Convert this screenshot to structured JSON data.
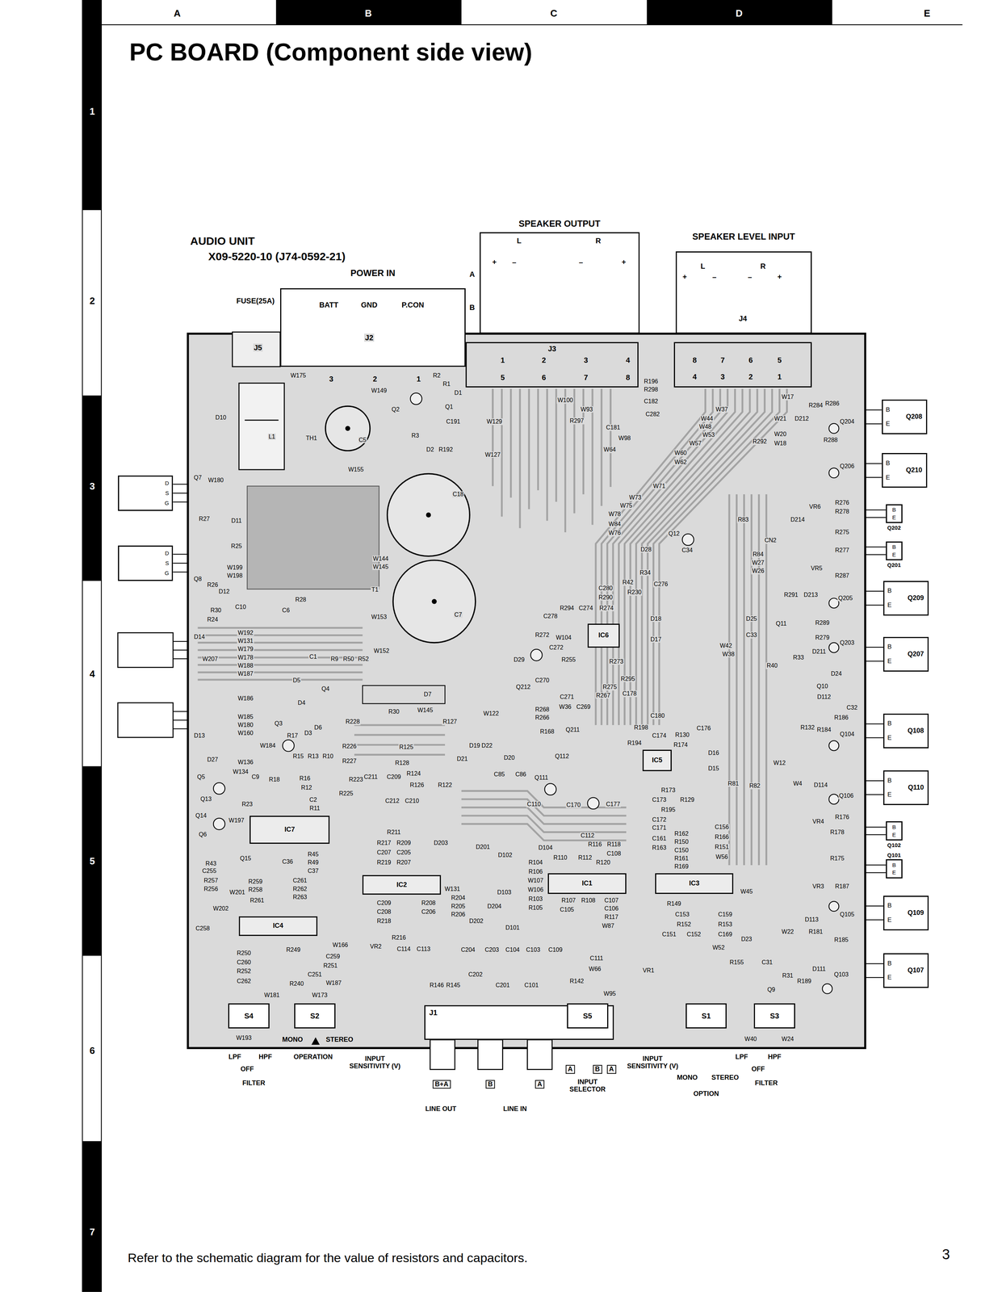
{
  "diagram": {
    "title": "PC BOARD (Component side view)",
    "caption": "Refer to the schematic diagram for the value of resistors and capacitors.",
    "nodes": [
      {
        "text": [
          "SPEAKER OUTPUT"
        ]
      },
      {
        "text": [
          "SPEAKER LEVEL INPUT"
        ]
      },
      {
        "text": [
          "POWER IN"
        ]
      },
      {
        "text": [
          "J3"
        ]
      },
      {
        "text": [
          "J4"
        ]
      },
      {
        "text": [
          "J1"
        ]
      },
      {
        "text": [
          "S4"
        ]
      },
      {
        "text": [
          "S2"
        ]
      },
      {
        "text": [
          "S5"
        ]
      },
      {
        "text": [
          "S1"
        ]
      },
      {
        "text": [
          "S3"
        ]
      },
      {
        "text": [
          "IC7"
        ]
      },
      {
        "text": [
          "IC2"
        ]
      },
      {
        "text": [
          "IC1"
        ]
      },
      {
        "text": [
          "IC3"
        ]
      },
      {
        "text": [
          "IC4"
        ]
      },
      {
        "text": [
          "IC6"
        ]
      },
      {
        "text": [
          "IC5"
        ]
      },
      {
        "text": [
          "D",
          "S",
          "G"
        ]
      },
      {
        "text": [
          "D",
          "S",
          "G"
        ]
      },
      {
        "text": [
          "B",
          "E",
          "Q208"
        ]
      },
      {
        "text": [
          "B",
          "E",
          "Q210"
        ]
      },
      {
        "text": [
          "B",
          "E",
          "Q202"
        ]
      },
      {
        "text": [
          "B",
          "E",
          "Q201"
        ]
      },
      {
        "text": [
          "B",
          "E",
          "Q209"
        ]
      },
      {
        "text": [
          "B",
          "E",
          "Q207"
        ]
      },
      {
        "text": [
          "B",
          "E",
          "Q108"
        ]
      },
      {
        "text": [
          "B",
          "E",
          "Q110"
        ]
      },
      {
        "text": [
          "B",
          "E",
          "Q102",
          "Q101"
        ]
      },
      {
        "text": [
          "B",
          "E"
        ]
      },
      {
        "text": [
          "B",
          "E",
          "Q109"
        ]
      },
      {
        "text": [
          "B",
          "E",
          "Q107"
        ]
      }
    ],
    "labels": [
      "A",
      "B",
      "C",
      "D",
      "E",
      "1",
      "2",
      "3",
      "4",
      "5",
      "6",
      "7",
      "AUDIO UNIT",
      "X09-5220-10 (J74-0592-21)",
      "FUSE(25A)",
      "BATT",
      "GND",
      "P.CON",
      "A",
      "B",
      "L",
      "R",
      "+",
      "–",
      "–",
      "+",
      "L",
      "R",
      "+",
      "–",
      "–",
      "+",
      "J5",
      "J2",
      "3",
      "2",
      "1",
      "1",
      "2",
      "3",
      "4",
      "5",
      "6",
      "7",
      "8",
      "8",
      "7",
      "6",
      "5",
      "4",
      "3",
      "2",
      "1",
      "LPF",
      "HPF",
      "OFF",
      "FILTER",
      "MONO",
      "STEREO",
      "OPERATION",
      "INPUT SENSITIVITY (V)",
      "B+A",
      "B",
      "A",
      "LINE OUT",
      "LINE IN",
      "A",
      "B",
      "A",
      "INPUT SENSITIVITY (V)",
      "INPUT SELECTOR",
      "MONO",
      "STEREO",
      "OPTION",
      "LPF",
      "HPF",
      "OFF",
      "FILTER",
      "3",
      "W175",
      "W149",
      "R2",
      "R1",
      "D1",
      "Q1",
      "Q2",
      "R3",
      "D2",
      "C5",
      "L1",
      "D10",
      "TH1",
      "W155",
      "W180",
      "Q7",
      "D11",
      "R27",
      "R25",
      "W199",
      "W198",
      "W145",
      "W144",
      "T1",
      "Q8",
      "D12",
      "R26",
      "R30",
      "R24",
      "C6",
      "R28",
      "C10",
      "D14",
      "W192",
      "W131",
      "W179",
      "W178",
      "W188",
      "W187",
      "W207",
      "C1",
      "D5",
      "Q4",
      "D4",
      "D7",
      "R30",
      "Q3",
      "R17",
      "D3",
      "D6",
      "W186",
      "W185",
      "W180",
      "W160",
      "D13",
      "W184",
      "R228",
      "R226",
      "R227",
      "D27",
      "W136",
      "W134",
      "C9",
      "R18",
      "Q5",
      "Q13",
      "R16",
      "R12",
      "R223",
      "R225",
      "C2",
      "R11",
      "Q14",
      "Q6",
      "W197",
      "Q15",
      "R43",
      "C255",
      "C36",
      "R45",
      "R49",
      "C37",
      "R257",
      "R256",
      "R261",
      "R258",
      "R259",
      "R262",
      "R263",
      "C261",
      "W202",
      "C258",
      "R250",
      "C260",
      "R252",
      "C262",
      "R249",
      "C259",
      "R251",
      "C251",
      "R240",
      "W187",
      "W181",
      "W173",
      "W193",
      "W166",
      "C211",
      "C209",
      "R124",
      "C212",
      "C210",
      "R217",
      "R209",
      "C207",
      "C205",
      "R219",
      "R207",
      "R211",
      "R208",
      "C206",
      "C209",
      "C208",
      "R218",
      "R216",
      "VR2",
      "C114",
      "C113",
      "R146",
      "R145",
      "C204",
      "C203",
      "C104",
      "C103",
      "C109",
      "C111",
      "C202",
      "C201",
      "C101",
      "R142",
      "W95",
      "VR1",
      "W66",
      "D19",
      "D22",
      "D20",
      "D21",
      "D203",
      "D201",
      "D102",
      "D104",
      "R204",
      "R205",
      "R206",
      "D202",
      "D204",
      "D103",
      "D101",
      "W131",
      "W107",
      "W106",
      "R103",
      "R105",
      "R106",
      "R104",
      "R107",
      "C105",
      "R110",
      "R112",
      "R116",
      "C112",
      "R118",
      "C108",
      "R120",
      "C107",
      "C106",
      "R117",
      "W87",
      "R108",
      "C85",
      "C86",
      "C110",
      "Q111",
      "Q112",
      "Q211",
      "R168",
      "R266",
      "R268",
      "R127",
      "W122",
      "W145",
      "R122",
      "R126",
      "R125",
      "R128",
      "C170",
      "C177",
      "C18",
      "C7",
      "C191",
      "R192",
      "W129",
      "W127",
      "W100",
      "W93",
      "R297",
      "C181",
      "W64",
      "W98",
      "R196",
      "R298",
      "C182",
      "C282",
      "W37",
      "W44",
      "W48",
      "W53",
      "W57",
      "W60",
      "W62",
      "W71",
      "W73",
      "W75",
      "W78",
      "W84",
      "W76",
      "D28",
      "C34",
      "R34",
      "Q12",
      "R42",
      "C280",
      "R290",
      "R230",
      "C276",
      "R294",
      "C274",
      "R274",
      "C278",
      "D18",
      "D17",
      "C272",
      "R272",
      "W104",
      "R255",
      "R273",
      "R295",
      "R275",
      "C270",
      "Q212",
      "D29",
      "C271",
      "W36",
      "C269",
      "R267",
      "C178",
      "C180",
      "R198",
      "C174",
      "R130",
      "R194",
      "R174",
      "C176",
      "D16",
      "D15",
      "R81",
      "R82",
      "R173",
      "C173",
      "R129",
      "R195",
      "C172",
      "C171",
      "C161",
      "R163",
      "R162",
      "R150",
      "C150",
      "R161",
      "R169",
      "C156",
      "R166",
      "R151",
      "W56",
      "R149",
      "C153",
      "R152",
      "C159",
      "R153",
      "C169",
      "C151",
      "C152",
      "W52",
      "D23",
      "R155",
      "W45",
      "W17",
      "D212",
      "R284",
      "R286",
      "Q204",
      "W21",
      "W20",
      "W18",
      "R288",
      "R292",
      "Q206",
      "D214",
      "VR6",
      "R276",
      "R278",
      "R275",
      "CN2",
      "VR5",
      "R277",
      "R287",
      "R84",
      "W27",
      "W26",
      "R83",
      "R291",
      "D213",
      "Q205",
      "D25",
      "Q11",
      "R289",
      "R279",
      "D211",
      "Q203",
      "C33",
      "W42",
      "W38",
      "R33",
      "R40",
      "D24",
      "Q10",
      "C32",
      "R186",
      "R132",
      "D112",
      "R184",
      "Q104",
      "W12",
      "W4",
      "D114",
      "Q106",
      "R176",
      "VR4",
      "R178",
      "R175",
      "VR3",
      "R187",
      "D113",
      "Q105",
      "R185",
      "R181",
      "D111",
      "Q103",
      "R189",
      "R31",
      "C31",
      "Q9",
      "W24",
      "W40",
      "W22",
      "R9",
      "R50",
      "R52",
      "W153",
      "W152",
      "R10",
      "R13",
      "R15",
      "R23",
      "W201"
    ]
  }
}
